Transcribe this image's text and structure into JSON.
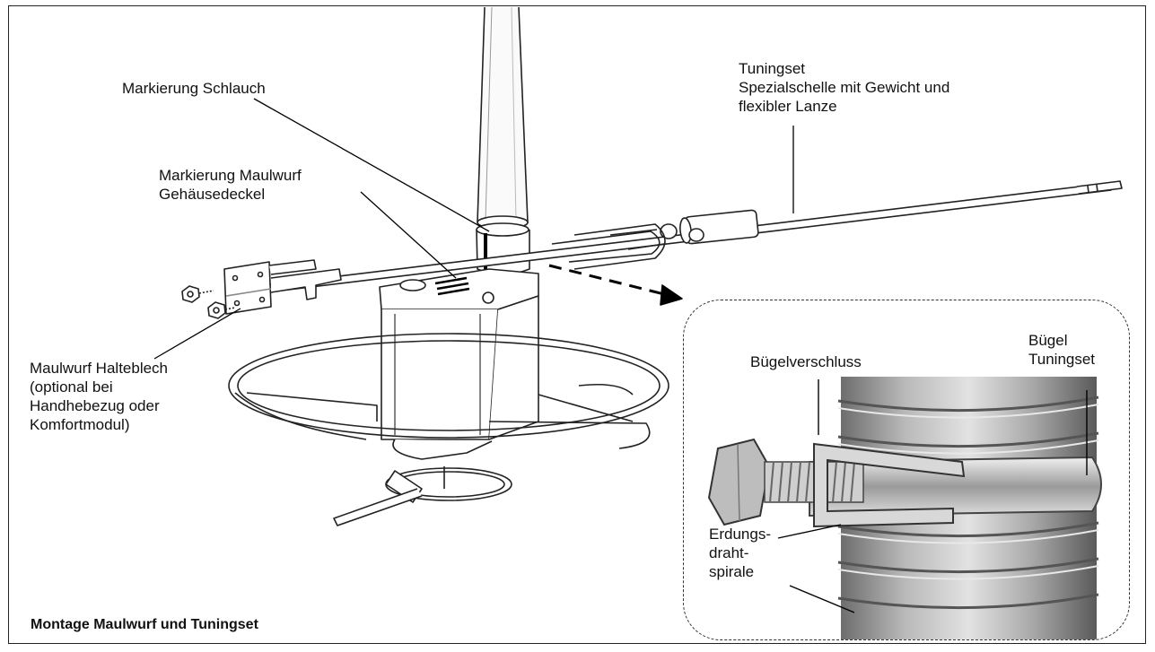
{
  "figure": {
    "title": "Montage Maulwurf und Tuningset"
  },
  "labels": {
    "markierung_schlauch": "Markierung Schlauch",
    "markierung_maulwurf_l1": "Markierung Maulwurf",
    "markierung_maulwurf_l2": "Gehäusedeckel",
    "tuningset_l1": "Tuningset",
    "tuningset_l2": "Spezialschelle mit Gewicht und",
    "tuningset_l3": "flexibler Lanze",
    "halteblech_l1": "Maulwurf Halteblech",
    "halteblech_l2": "(optional bei",
    "halteblech_l3": "Handhebezug oder",
    "halteblech_l4": "Komfortmodul)"
  },
  "inset": {
    "buegelverschluss": "Bügelverschluss",
    "buegel_tuningset_l1": "Bügel",
    "buegel_tuningset_l2": "Tuningset",
    "erdung_l1": "Erdungs-",
    "erdung_l2": "draht-",
    "erdung_l3": "spirale"
  }
}
